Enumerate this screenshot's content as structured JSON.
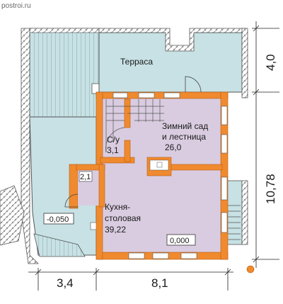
{
  "site": {
    "url": "postroi.ru"
  },
  "rooms": {
    "terrace": {
      "name": "Терраса"
    },
    "winter_garden": {
      "name_line1": "Зимний сад",
      "name_line2": "и лестница",
      "area": "26,0"
    },
    "bathroom": {
      "name": "С/у",
      "area": "3,1"
    },
    "small_room": {
      "area": "2,1"
    },
    "kitchen": {
      "name_line1": "Кухня-",
      "name_line2": "столовая",
      "area": "39,22"
    }
  },
  "levels": {
    "outside": "-0,050",
    "floor": "0,000"
  },
  "dimensions": {
    "bottom_left": "3,4",
    "bottom_right": "8,1",
    "right_top": "4,0",
    "right_bottom": "10,78"
  },
  "colors": {
    "terrace_fill": "#c7e1e4",
    "room_fill": "#d9cce0",
    "wall": "#f08a2e",
    "stone": "#888888"
  }
}
